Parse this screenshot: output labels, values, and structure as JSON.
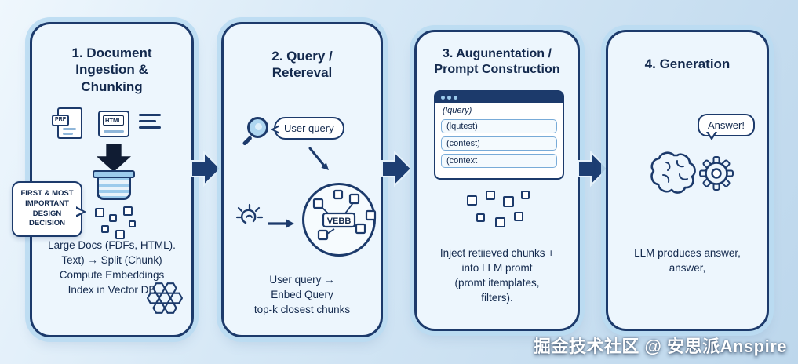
{
  "watermark": "掘金技术社区 @ 安思派Anspire",
  "colors": {
    "navy": "#1c3a6b",
    "card_bg": "#edf6fd",
    "accent_blue": "#9ccbec",
    "text": "#13294d"
  },
  "icons": {
    "pdf-file-icon": "document-page",
    "html-file-icon": "document-page",
    "text-doc-icon": "text-lines",
    "down-arrow-icon": "▼",
    "chunker-bucket-icon": "striped-bucket",
    "chunk-square": "▫",
    "honeycomb-icon": "hexagon-cluster",
    "magnifier-icon": "🔍",
    "sparkle-brain-icon": "sparkle",
    "vector-db-circle": "circle-graph",
    "flow-arrow-icon": "➔",
    "brain-icon": "brain",
    "gear-icon": "⚙",
    "answer-bubble": "speech-bubble"
  },
  "cards": [
    {
      "title": "1. Document\nIngestion &\nChunking",
      "doc_icons": {
        "pdf_label": "PRF",
        "html_label": "HTML"
      },
      "callout": "FIRST & MOST\nIMPORTANT\nDESIGN\nDECISION",
      "body": "Large Docs (FDFs, HTML).\nText) → Split (Chunk)\nCompute Embeddings\nIndex in Vector DB"
    },
    {
      "title": "2. Query /\nRetereval",
      "user_query_label": "User query",
      "vector_db_label": "VEBB",
      "body": "User query →\nEnbed Query\ntop-k closest chunks"
    },
    {
      "title": "3. Augunentation /\nPrompt Construction",
      "prompt_window": {
        "rows": [
          "(lquery)",
          "(lqutest)",
          "(contest)",
          "(context"
        ]
      },
      "body": "Inject retiieved chunks +\ninto LLM promt\n(promt itemplates,\nfilters)."
    },
    {
      "title": "4. Generation",
      "answer_label": "Answer!",
      "body": "LLM produces answer,\nanswer,"
    }
  ]
}
